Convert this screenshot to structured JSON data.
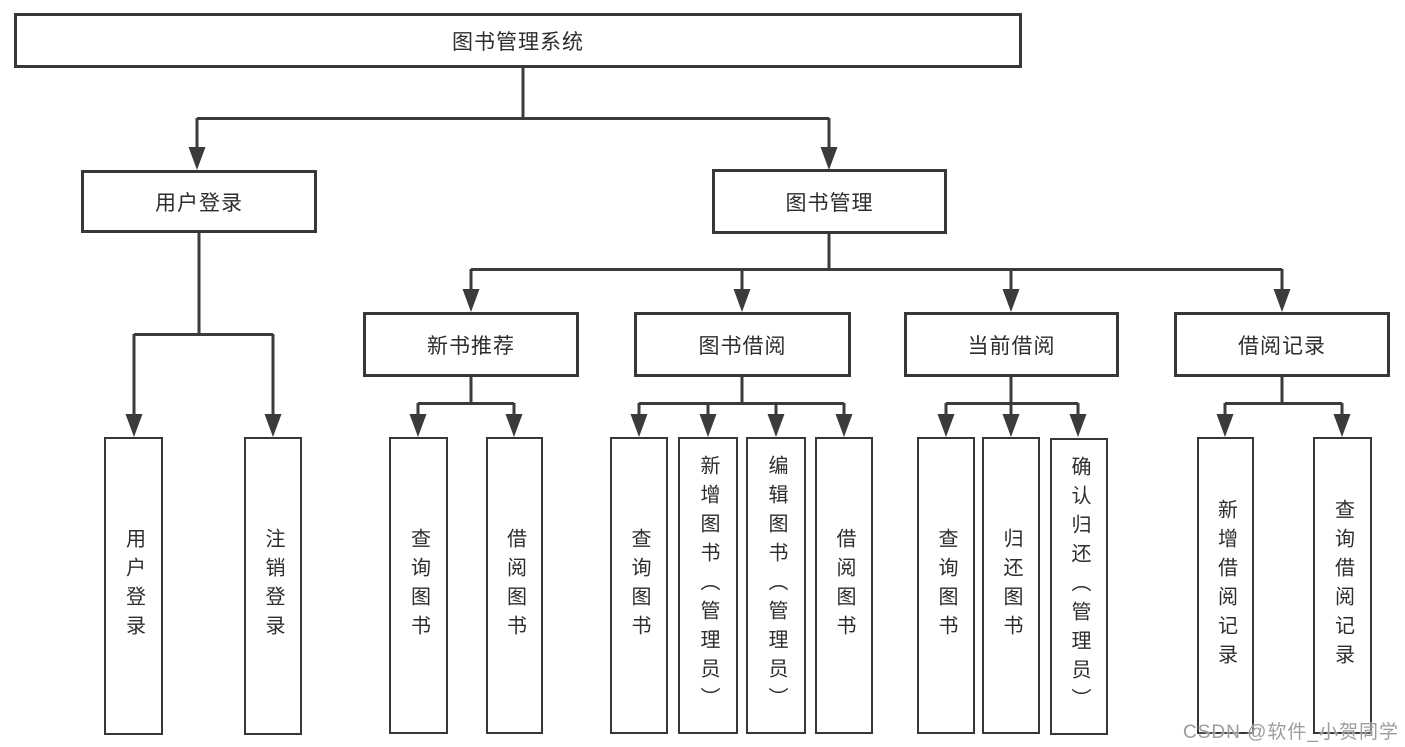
{
  "diagram": {
    "root": {
      "label": "图书管理系统"
    },
    "level2": {
      "user_login": {
        "label": "用户登录"
      },
      "book_mgmt": {
        "label": "图书管理"
      }
    },
    "level3": {
      "new_book_rec": {
        "label": "新书推荐"
      },
      "book_borrow": {
        "label": "图书借阅"
      },
      "current_borrow": {
        "label": "当前借阅"
      },
      "borrow_records": {
        "label": "借阅记录"
      }
    },
    "leaves": {
      "user_login_leaf": {
        "label": "用户登录"
      },
      "logout_leaf": {
        "label": "注销登录"
      },
      "rec_query_books": {
        "label": "查询图书"
      },
      "rec_borrow_books": {
        "label": "借阅图书"
      },
      "bb_query_books": {
        "label": "查询图书"
      },
      "bb_add_books": {
        "label": "新增图书（管理员）"
      },
      "bb_edit_books": {
        "label": "编辑图书（管理员）"
      },
      "bb_borrow_books": {
        "label": "借阅图书"
      },
      "cb_query_books": {
        "label": "查询图书"
      },
      "cb_return_books": {
        "label": "归还图书"
      },
      "cb_confirm_return": {
        "label": "确认归还（管理员）"
      },
      "br_add_record": {
        "label": "新增借阅记录"
      },
      "br_query_record": {
        "label": "查询借阅记录"
      }
    },
    "line_color": "#3b3b3b"
  },
  "watermark": "CSDN @软件_小贺同学"
}
